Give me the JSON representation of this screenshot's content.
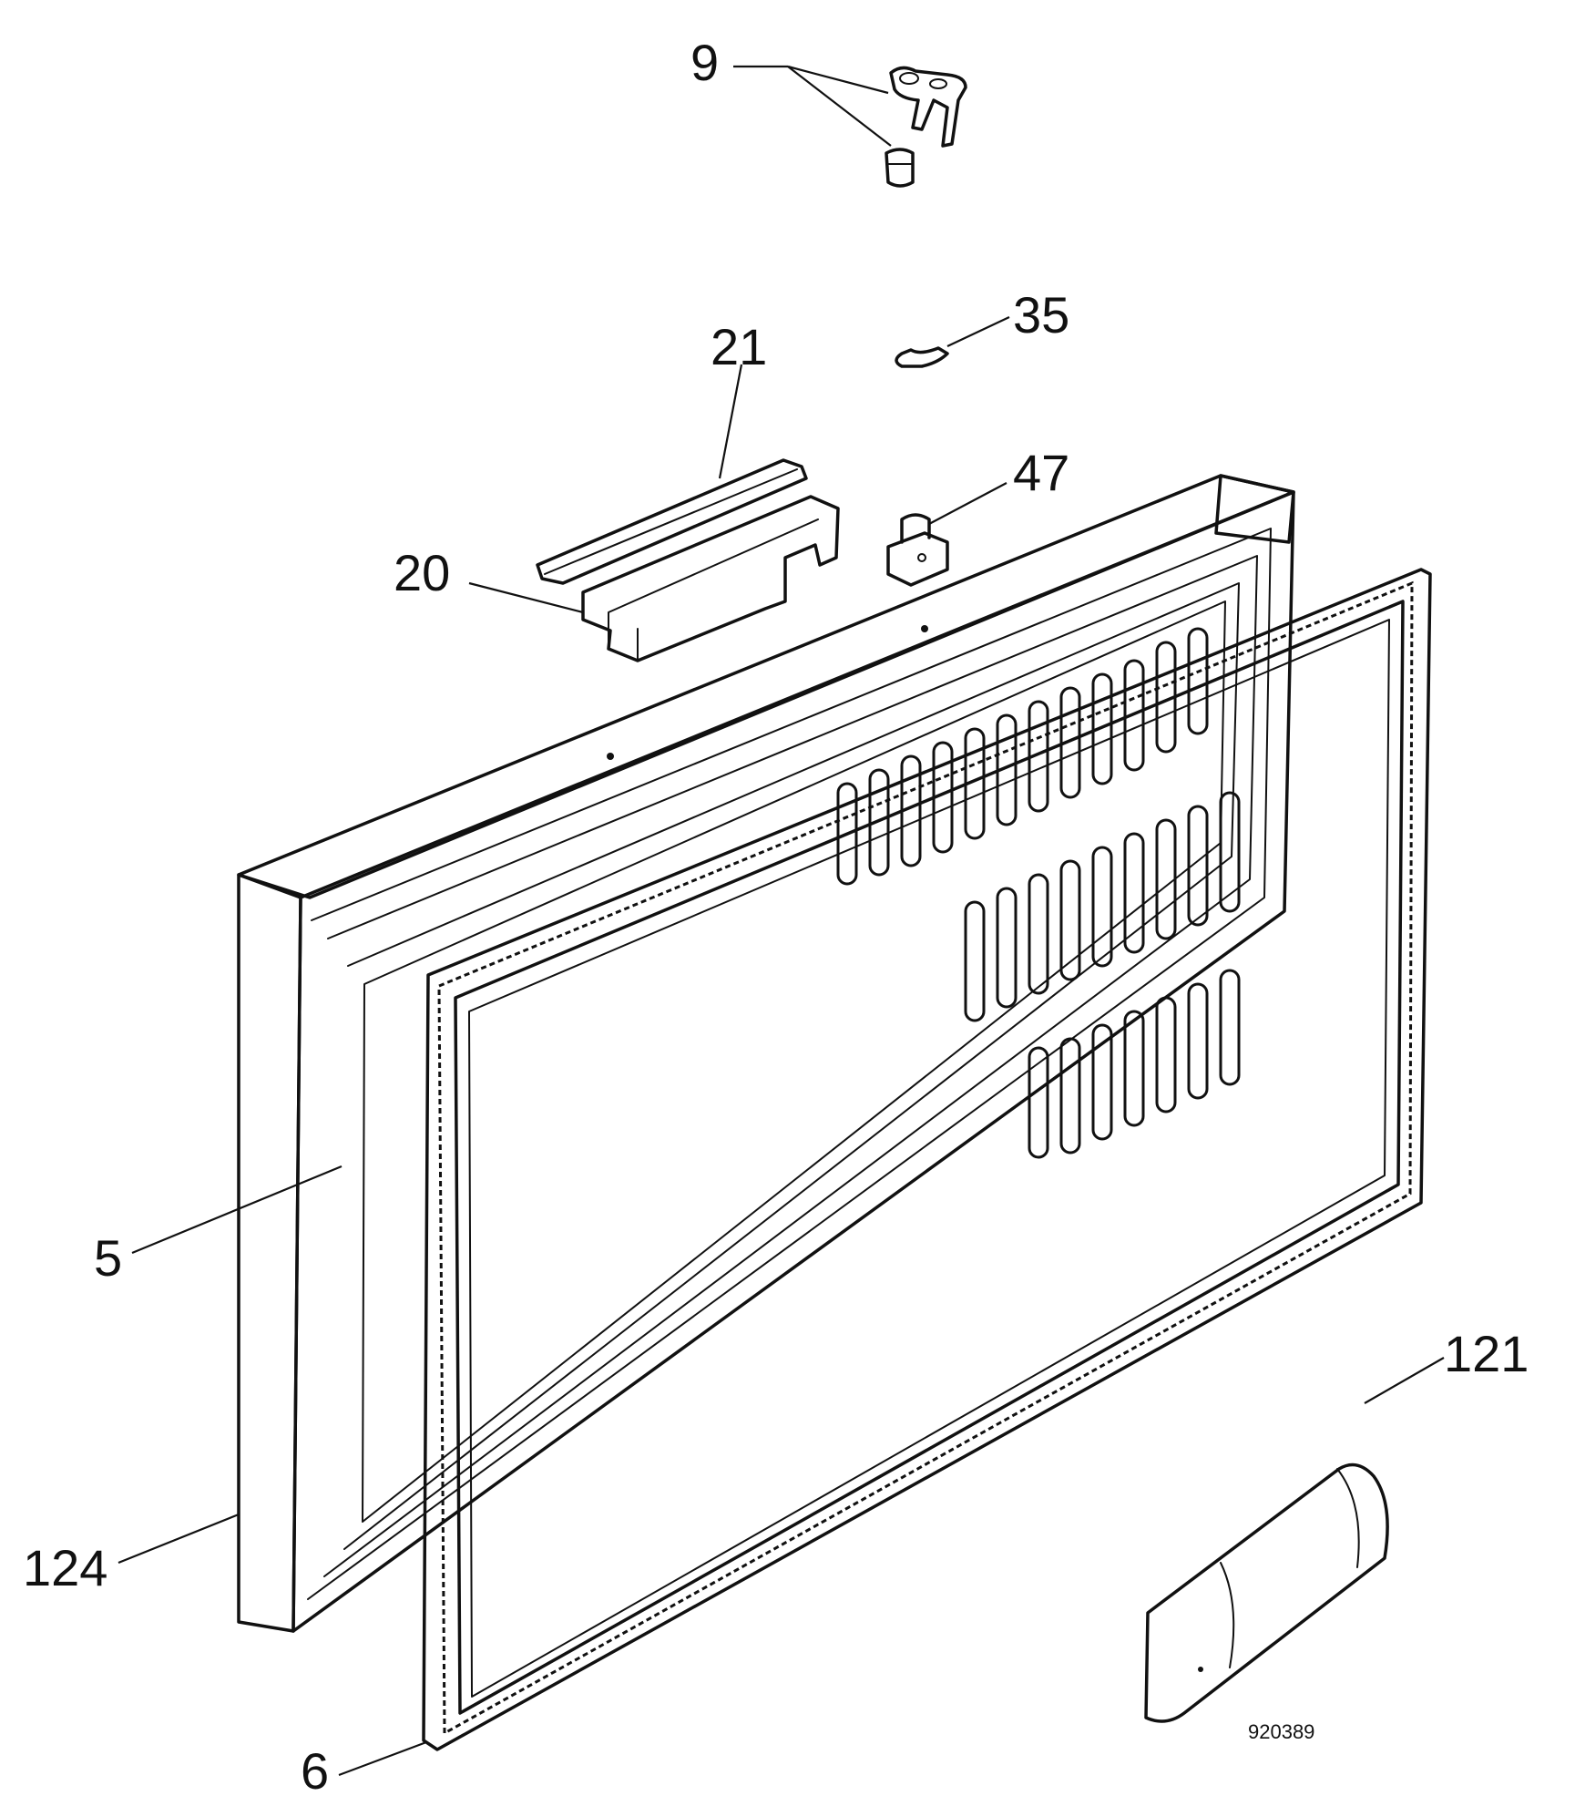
{
  "callouts": [
    {
      "id": "9",
      "label": "9"
    },
    {
      "id": "35",
      "label": "35"
    },
    {
      "id": "21",
      "label": "21"
    },
    {
      "id": "47",
      "label": "47"
    },
    {
      "id": "20",
      "label": "20"
    },
    {
      "id": "5",
      "label": "5"
    },
    {
      "id": "121",
      "label": "121"
    },
    {
      "id": "124",
      "label": "124"
    },
    {
      "id": "6",
      "label": "6"
    }
  ],
  "document_number": "920389"
}
